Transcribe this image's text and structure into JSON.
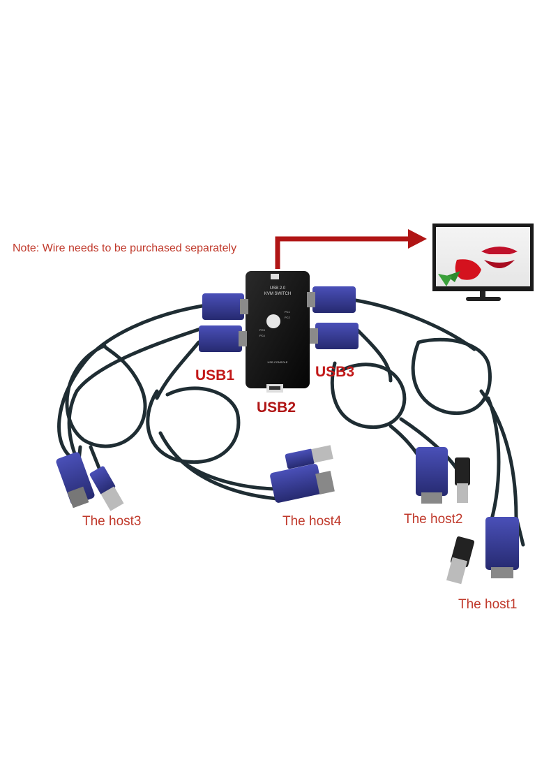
{
  "note": "Note: Wire needs to be purchased separately",
  "device": {
    "top_text_1": "USB 2.0",
    "top_text_2": "KVM SWITCH",
    "pc_labels": [
      "PC1",
      "PC2",
      "PC3",
      "PC4"
    ],
    "console_label": "USB CONSOLE"
  },
  "ports": {
    "usb1": "USB1",
    "usb2": "USB2",
    "usb3": "USB3"
  },
  "hosts": {
    "host1": "The host1",
    "host2": "The host2",
    "host3": "The host3",
    "host4": "The host4"
  },
  "colors": {
    "note_text": "#c0392b",
    "port_text": "#c21818",
    "arrow": "#b01515",
    "vga_blue": "#3a3f9a",
    "cable": "#1f2d33",
    "switch_body": "#111111"
  }
}
